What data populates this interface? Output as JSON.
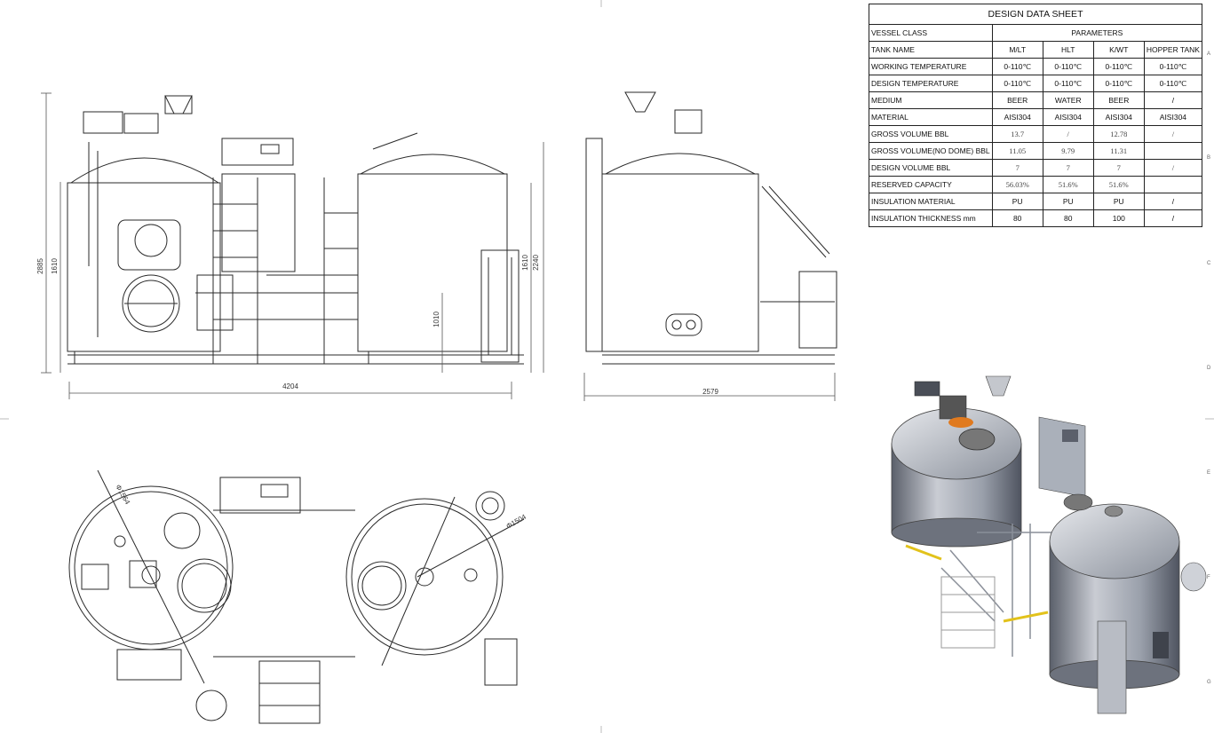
{
  "sheet": {
    "title": "DESIGN DATA SHEET",
    "vessel_class_label": "VESSEL CLASS",
    "parameters_label": "PARAMETERS",
    "columns": [
      "M/LT",
      "HLT",
      "K/WT",
      "HOPPER TANK"
    ],
    "rows": [
      {
        "label": "TANK NAME",
        "values": [
          "M/LT",
          "HLT",
          "K/WT",
          "HOPPER TANK"
        ]
      },
      {
        "label": "WORKING TEMPERATURE",
        "values": [
          "0-110℃",
          "0-110℃",
          "0-110℃",
          "0-110℃"
        ]
      },
      {
        "label": "DESIGN TEMPERATURE",
        "values": [
          "0-110℃",
          "0-110℃",
          "0-110℃",
          "0-110℃"
        ]
      },
      {
        "label": "MEDIUM",
        "values": [
          "BEER",
          "WATER",
          "BEER",
          "/"
        ]
      },
      {
        "label": "MATERIAL",
        "values": [
          "AISI304",
          "AISI304",
          "AISI304",
          "AISI304"
        ]
      },
      {
        "label": "GROSS VOLUME    BBL",
        "values": [
          "13.7",
          "/",
          "12.78",
          "/"
        ]
      },
      {
        "label": "GROSS VOLUME(NO DOME) BBL",
        "values": [
          "11.05",
          "9.79",
          "11.31",
          ""
        ]
      },
      {
        "label": "DESIGN VOLUME  BBL",
        "values": [
          "7",
          "7",
          "7",
          "/"
        ]
      },
      {
        "label": "RESERVED CAPACITY",
        "values": [
          "56.03%",
          "51.6%",
          "51.6%",
          ""
        ]
      },
      {
        "label": "INSULATION MATERIAL",
        "values": [
          "PU",
          "PU",
          "PU",
          "/"
        ]
      },
      {
        "label": "INSULATION THICKNESS mm",
        "values": [
          "80",
          "80",
          "100",
          "/"
        ]
      }
    ]
  },
  "dimensions": {
    "front_width": "4204",
    "front_height": "2885",
    "front_tank_height": "1610",
    "right_tank_height_a": "1610",
    "right_total_height": "2240",
    "pipe_height": "1010",
    "side_width": "2579",
    "dia_mlt": "Φ1564",
    "dia_kwt": "Φ1504"
  },
  "edge_letters": [
    "A",
    "B",
    "C",
    "D",
    "E",
    "F",
    "G"
  ],
  "colors": {
    "line": "#2a2a2a",
    "steel": "#9aa0ab",
    "steel_dark": "#5b606b",
    "yellow": "#e2c21b",
    "orange": "#e07a1f"
  }
}
